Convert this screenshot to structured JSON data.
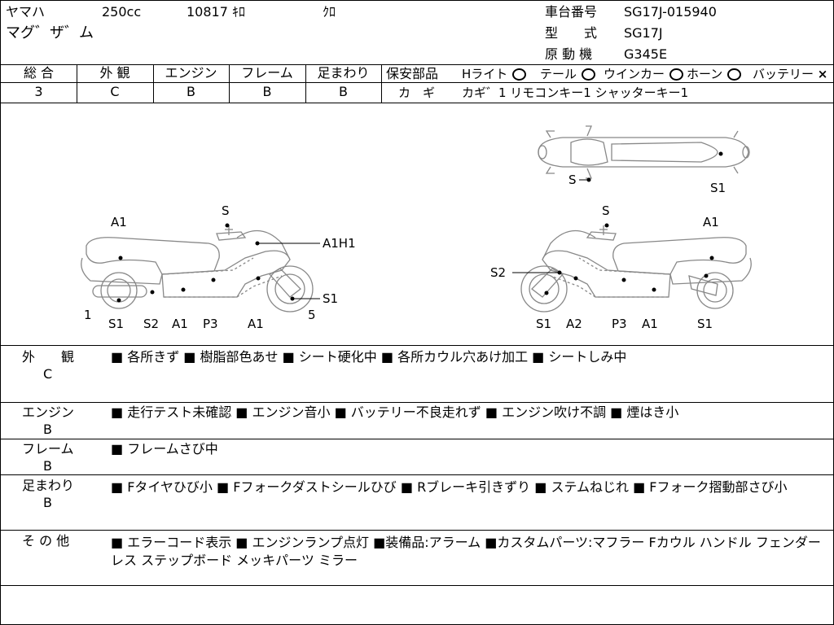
{
  "header": {
    "maker": "ヤマハ",
    "displacement": "250cc",
    "mileage": "10817 ｷﾛ",
    "color": "ｸﾛ",
    "model": "マグ゛ザ゛ム",
    "frame_no_label": "車台番号",
    "frame_no": "SG17J-015940",
    "type_label": "型　　式",
    "type": "SG17J",
    "engine_label": "原 動 機",
    "engine": "G345E"
  },
  "grades": {
    "columns": [
      {
        "label": "総 合",
        "value": "3"
      },
      {
        "label": "外 観",
        "value": "C"
      },
      {
        "label": "エンジン",
        "value": "B"
      },
      {
        "label": "フレーム",
        "value": "B"
      },
      {
        "label": "足まわり",
        "value": "B"
      }
    ]
  },
  "safety": {
    "title": "保安部品",
    "items": [
      {
        "label": "Hライト",
        "mark": "circle"
      },
      {
        "label": "テール",
        "mark": "circle"
      },
      {
        "label": "ウインカー",
        "mark": "circle"
      },
      {
        "label": "ホーン",
        "mark": "circle"
      },
      {
        "label": "バッテリー",
        "mark": "×"
      }
    ],
    "key_label": "カ　ギ",
    "key_value": "カギ゛1 リモコンキー1 シャッターキー1"
  },
  "diagram": {
    "left_labels": {
      "A1_top": "A1",
      "S_top": "S",
      "A1H1": "A1H1",
      "S1_right": "S1",
      "n1": "1",
      "n5": "5",
      "S1_bottom": "S1",
      "S2": "S2",
      "A1_b1": "A1",
      "P3": "P3",
      "A1_b2": "A1"
    },
    "right_labels": {
      "S_top": "S",
      "A1_top": "A1",
      "S2": "S2",
      "S1_b1": "S1",
      "A2": "A2",
      "P3": "P3",
      "A1_b": "A1",
      "S1_b2": "S1"
    },
    "top_labels": {
      "S": "S",
      "S1": "S1"
    }
  },
  "notes": [
    {
      "category": "外　　観",
      "grade": "C",
      "text": "■ 各所きず ■ 樹脂部色あせ ■ シート硬化中 ■ 各所カウル穴あけ加工 ■ シートしみ中"
    },
    {
      "category": "エンジン",
      "grade": "B",
      "text": "■ 走行テスト未確認 ■ エンジン音小 ■ バッテリー不良走れず ■ エンジン吹け不調 ■ 煙はき小"
    },
    {
      "category": "フレーム",
      "grade": "B",
      "text": "■ フレームさび中"
    },
    {
      "category": "足まわり",
      "grade": "B",
      "text": "■ Fタイヤひび小 ■ Fフォークダストシールひび ■ Rブレーキ引きずり ■ ステムねじれ ■ Fフォーク摺動部さび小"
    },
    {
      "category": "そ の 他",
      "grade": "",
      "text": "■ エラーコード表示 ■ エンジンランプ点灯 ■装備品:アラーム ■カスタムパーツ:マフラー Fカウル ハンドル フェンダーレス ステップボード メッキパーツ ミラー"
    }
  ]
}
